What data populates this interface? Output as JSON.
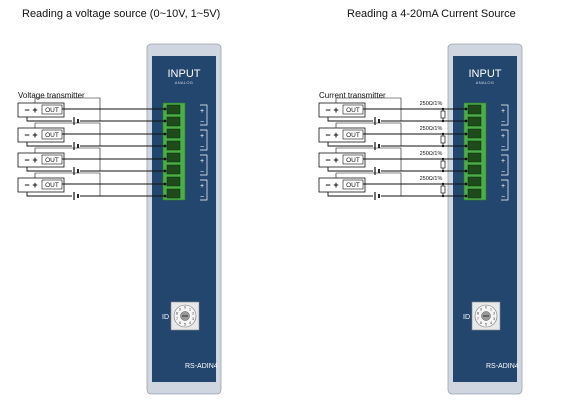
{
  "titles": {
    "left": "Reading a voltage source (0~10V, 1~5V)",
    "right": "Reading a 4-20mA Current Source"
  },
  "left": {
    "transmitter_label": "Voltage transmitter",
    "has_resistors": false
  },
  "right": {
    "transmitter_label": "Current transmitter",
    "has_resistors": true
  },
  "transmitter": {
    "minus": "−",
    "plus": "+",
    "out": "OUT"
  },
  "resistor_label": "250Ω/1%",
  "module": {
    "title": "INPUT",
    "subtitle": "ANALOG",
    "id_label": "ID",
    "model": "RS-ADIN4",
    "plus": "+",
    "minus": "−"
  },
  "dial_digits": [
    "0",
    "1",
    "2",
    "3",
    "4",
    "5",
    "6",
    "7",
    "8",
    "9"
  ],
  "channels": 4,
  "colors": {
    "module_body": "#23466e",
    "module_edge": "#cfd6df",
    "terminal_green": "#4cae46",
    "terminal_dark": "#1e4a1c",
    "wire": "#111111"
  }
}
